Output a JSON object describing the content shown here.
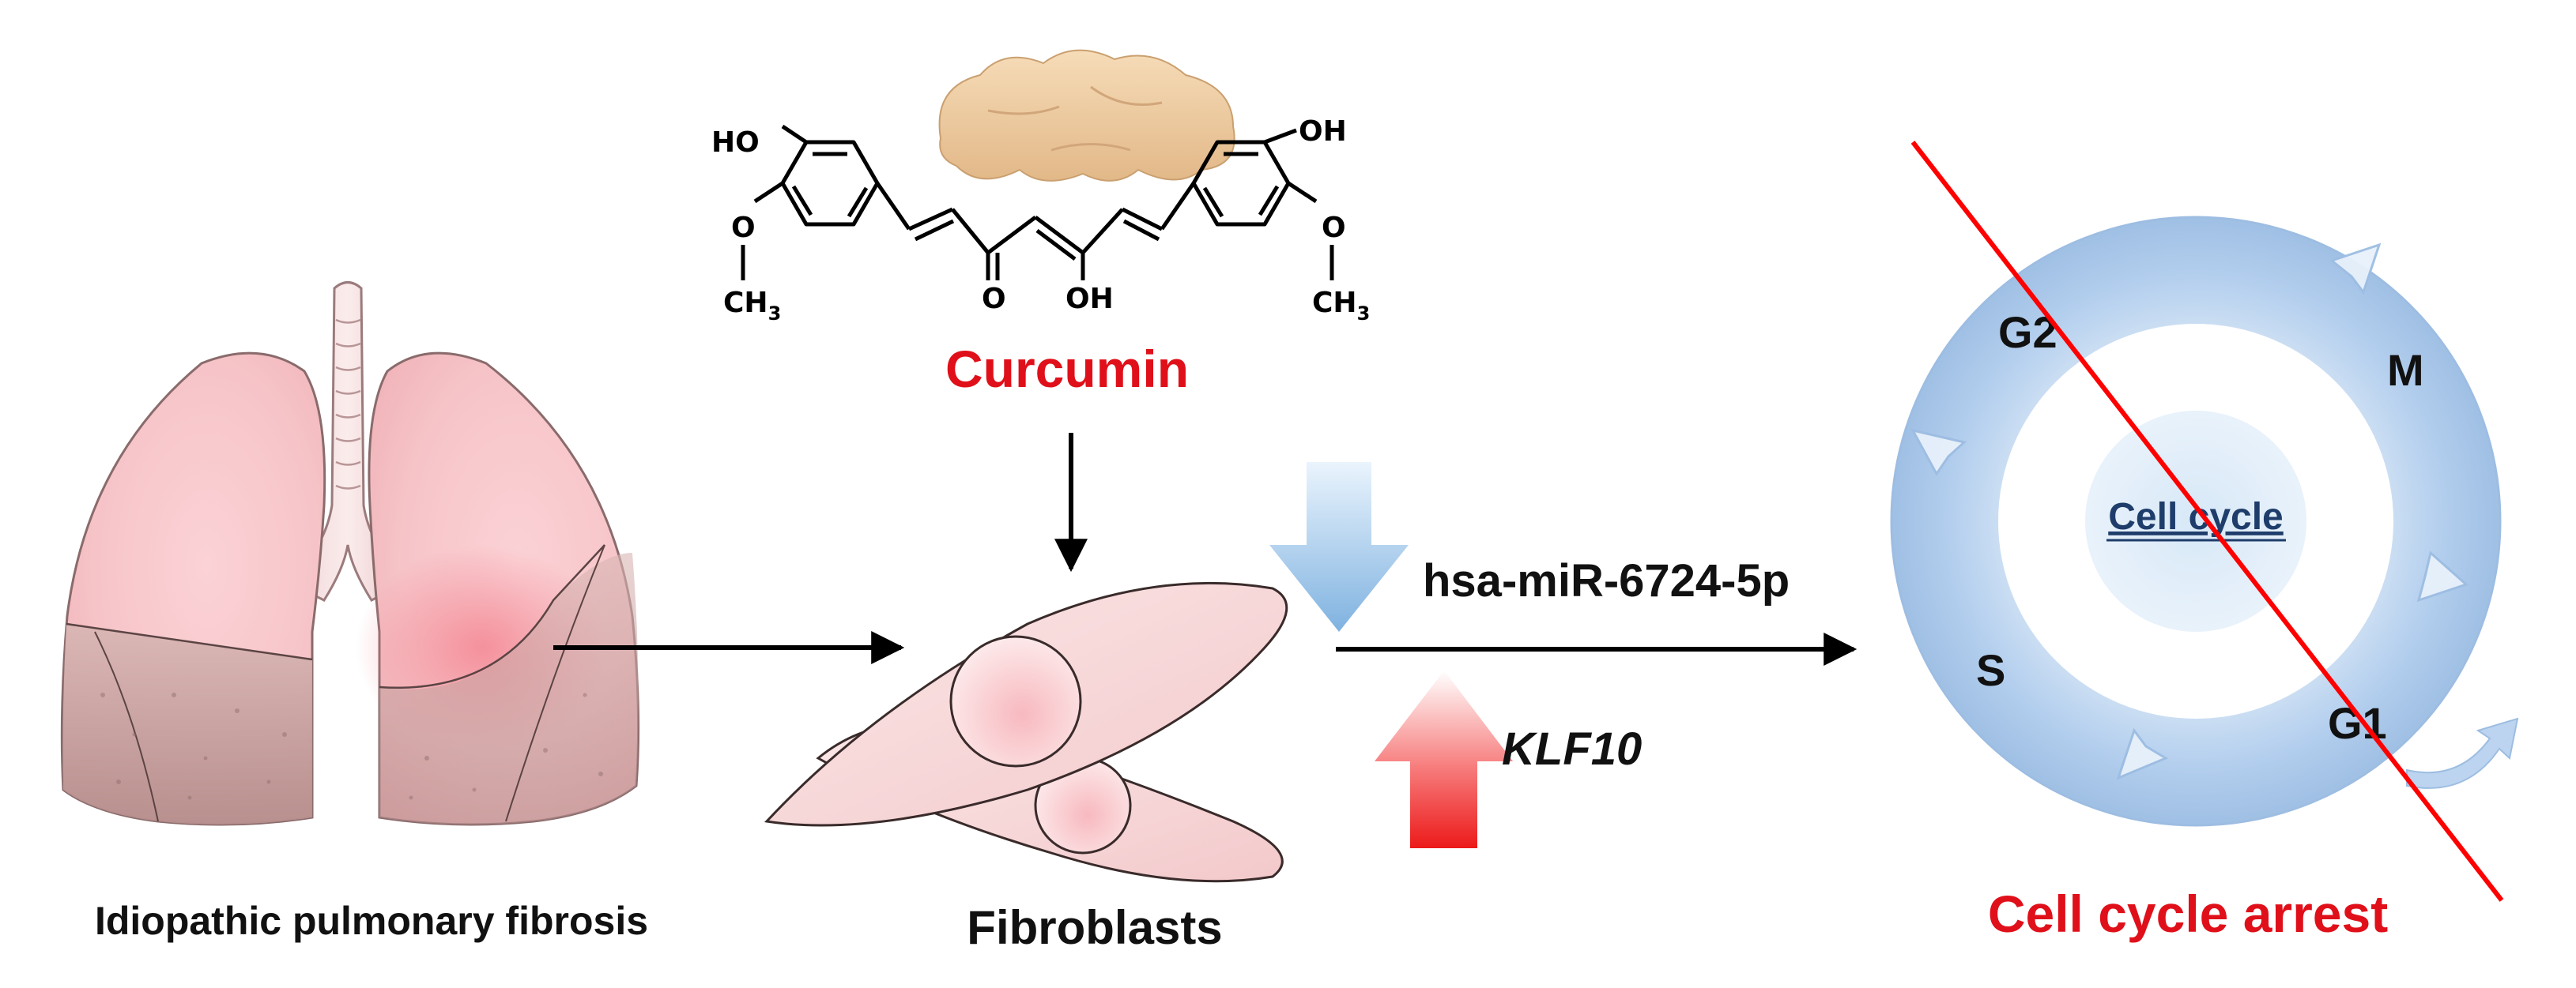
{
  "labels": {
    "disease": "Idiopathic pulmonary fibrosis",
    "compound": "Curcumin",
    "cells": "Fibroblasts",
    "mirna": "hsa-miR-6724-5p",
    "gene": "KLF10",
    "outcome": "Cell cycle arrest"
  },
  "structure": {
    "oh_left": "HO",
    "o_left": "O",
    "ch3_left": "CH",
    "ch3_left_sub": "3",
    "keto_o": "O",
    "enol_oh": "OH",
    "oh_right": "OH",
    "o_right": "O",
    "ch3_right": "CH",
    "ch3_right_sub": "3"
  },
  "cell_cycle": {
    "center": "Cell cycle",
    "phases": {
      "g2": "G2",
      "m": "M",
      "g1": "G1",
      "s": "S"
    }
  },
  "colors": {
    "label_red": "#e0101a",
    "text_black": "#111111",
    "arrow_black": "#000000",
    "down_arrow_blue": "#9ec8ea",
    "up_arrow_red": "#f01818",
    "cycle_ring": "#b9d3ee",
    "cycle_center_text": "#1f3d6b",
    "strike_line": "#ff0000"
  }
}
